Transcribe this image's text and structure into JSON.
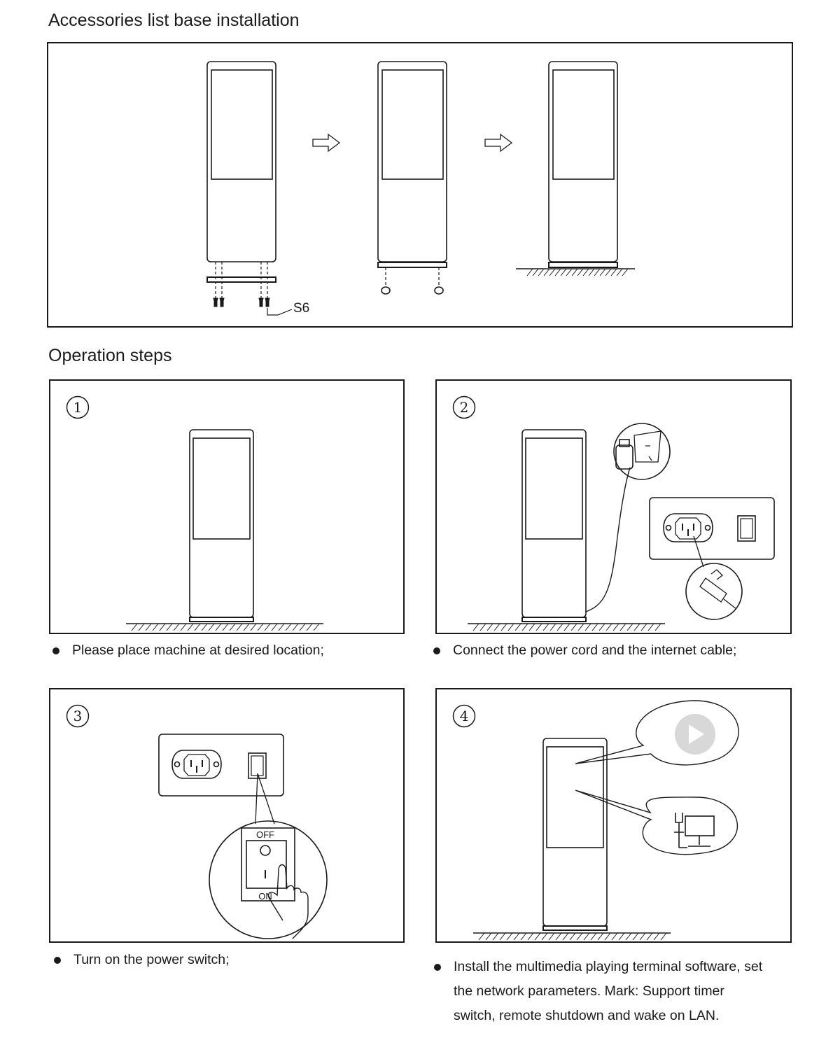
{
  "install": {
    "title": "Accessories list base installation",
    "screw_label": "S6"
  },
  "operation": {
    "title": "Operation steps",
    "steps": [
      {
        "number": "1",
        "caption": "Please place machine at desired location;"
      },
      {
        "number": "2",
        "caption": "Connect the power cord and the internet cable;"
      },
      {
        "number": "3",
        "caption": "Turn on the power switch;",
        "switch_off": "OFF",
        "switch_on": "ON",
        "switch_mark": "I"
      },
      {
        "number": "4",
        "caption_lines": [
          "Install the multimedia playing terminal software, set",
          "the network parameters. Mark: Support timer",
          "switch, remote shutdown and wake on LAN."
        ]
      }
    ]
  },
  "icons": [
    "arrow-right-icon",
    "power-plug-icon",
    "power-socket-icon",
    "rocker-switch-icon",
    "finger-press-icon",
    "play-icon",
    "network-icon"
  ],
  "colors": {
    "line": "#1a1a1a",
    "play_circle": "#d8d8d8"
  }
}
